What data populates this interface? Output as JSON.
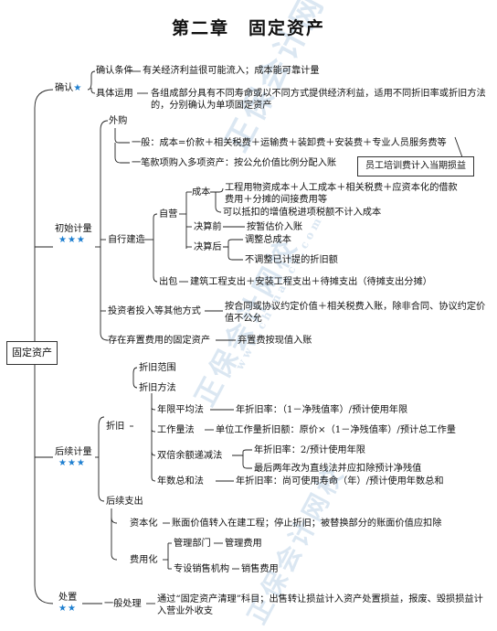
{
  "title": "第二章　固定资产",
  "root": "固定资产",
  "sections": {
    "recognition": {
      "label": "确认",
      "stars": "★",
      "conditions_label": "确认条件",
      "conditions_text": "有关经济利益很可能流入；成本能可靠计量",
      "application_label": "具体运用",
      "application_text": "各组成部分具有不同寿命或以不同方式提供经济利益，适用不同折旧率或折旧方法的，分别确认为单项固定资产"
    },
    "initial": {
      "label": "初始计量",
      "stars": "★★★",
      "purchase": {
        "label": "外购",
        "general": "一般：成本=价款＋相关税费＋运输费＋装卸费＋安装费＋专业人员服务费等",
        "note": "员工培训费计入当期损益",
        "bundle": "一笔款项购入多项资产：按公允价值比例分配入账"
      },
      "self_built": {
        "label": "自行建造",
        "own": {
          "label": "自营",
          "cost_label": "成本",
          "cost_text": "工程用物资成本＋人工成本＋相关税费＋应资本化的借款费用＋分摊的间接费用等",
          "cost_vat": "可以抵扣的增值税进项税额不计入成本",
          "pre_label": "决算前",
          "pre_text": "按暂估价入账",
          "post_label": "决算后",
          "post_adjust": "调整总成本",
          "post_no": "不调整已计提的折旧额"
        },
        "contract": {
          "label": "出包",
          "text": "建筑工程支出＋安装工程支出＋待摊支出（待摊支出分摊）"
        }
      },
      "investor": {
        "label": "投资者投入等其他方式",
        "text": "按合同或协议约定价值＋相关税费入账，除非合同、协议约定价值不公允"
      },
      "retire": {
        "label": "存在弃置费用的固定资产",
        "text": "弃置费按现值入账"
      }
    },
    "subsequent": {
      "label": "后续计量",
      "stars": "★★★",
      "dep": {
        "label": "折旧",
        "scope": "折旧范围",
        "methods": "折旧方法",
        "sl_label": "年限平均法",
        "sl_text": "年折旧率：（1－净残值率）/预计使用年限",
        "wl_label": "工作量法",
        "wl_text": "单位工作量折旧额：原价×（1－净残值率）/预计总工作量",
        "ddb_label": "双倍余额递减法",
        "ddb_text1": "年折旧率：2/预计使用年限",
        "ddb_text2": "最后两年改为直线法并应扣除预计净残值",
        "syd_label": "年数总和法",
        "syd_text": "年折旧率：尚可使用寿命（年）/预计使用年数总和"
      },
      "exp": {
        "label": "后续支出",
        "cap_label": "资本化",
        "cap_text": "账面价值转入在建工程；停止折旧；被替换部分的账面价值应扣除",
        "expense_label": "费用化",
        "mgmt_label": "管理部门",
        "mgmt_text": "管理费用",
        "sales_label": "专设销售机构",
        "sales_text": "销售费用"
      }
    },
    "disposal": {
      "label": "处置",
      "stars": "★★",
      "general_label": "一般处理",
      "text": "通过“固定资产清理”科目；出售转让损益计入资产处置损益，报废、毁损损益计入营业外收支"
    }
  },
  "watermark": [
    "正保会计网校",
    "www.chinaacc.com"
  ]
}
